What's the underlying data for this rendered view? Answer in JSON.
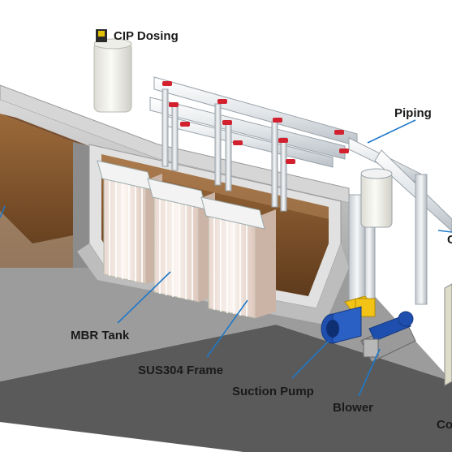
{
  "labels": {
    "cip_dosing": "CIP Dosing",
    "piping": "Piping",
    "mbr_tank": "MBR Tank",
    "sus304_frame": "SUS304 Frame",
    "suction_pump": "Suction Pump",
    "blower": "Blower",
    "partial_right": "C",
    "partial_bottom_right": "Co"
  },
  "colors": {
    "leader_line": "#1f78c8",
    "concrete": "#c9c9c9",
    "water": "#8a5a2e",
    "pipe": "#e7ebef",
    "valve": "#d2202f",
    "pump_blue": "#1f4fae",
    "pump_yellow": "#f3c316",
    "floor": "#2f2f2f"
  }
}
